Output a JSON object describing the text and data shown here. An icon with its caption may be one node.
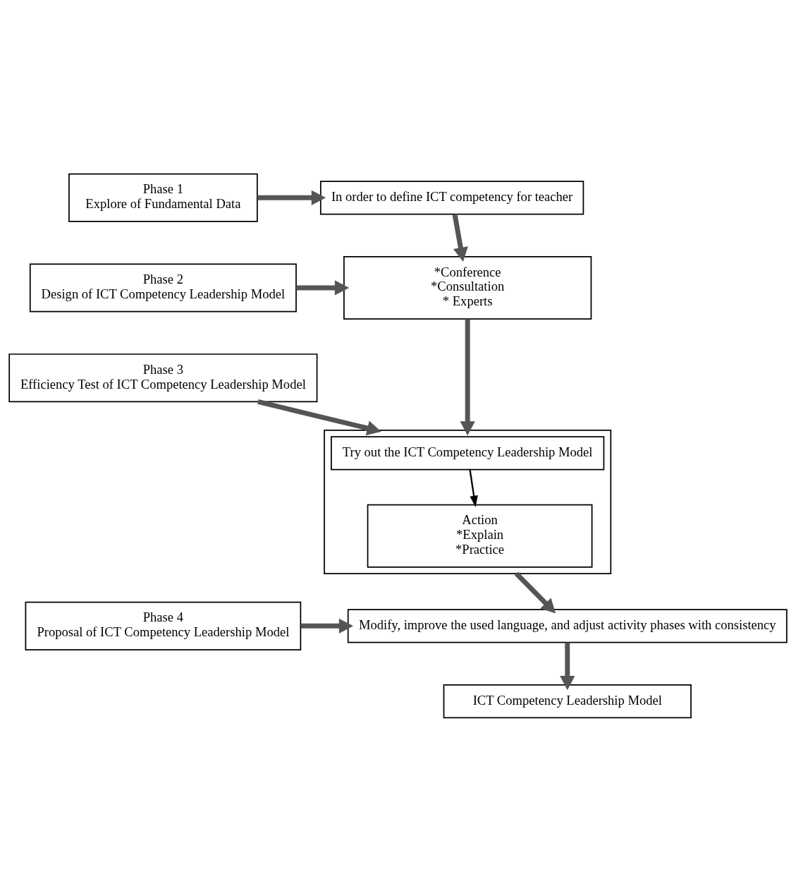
{
  "diagram": {
    "nodes": [
      {
        "text": [
          "Phase 1",
          "Explore of Fundamental Data"
        ]
      },
      {
        "text": [
          "In order to define ICT competency for teacher"
        ]
      },
      {
        "text": [
          "Phase 2",
          "Design of ICT Competency Leadership Model"
        ]
      },
      {
        "text": [
          "*Conference",
          "*Consultation",
          "* Experts"
        ]
      },
      {
        "text": [
          "Phase 3",
          "Efficiency Test of ICT Competency Leadership Model"
        ]
      },
      {
        "text": [],
        "shape": "box"
      },
      {
        "text": [
          "Try out the ICT Competency Leadership Model"
        ],
        "in": 5
      },
      {
        "text": [
          "Action",
          "*Explain",
          "*Practice"
        ],
        "in": 5
      },
      {
        "text": [
          "Phase 4",
          "Proposal of ICT Competency Leadership Model"
        ]
      },
      {
        "text": [
          "Modify, improve the used language, and adjust activity phases with consistency"
        ]
      },
      {
        "text": [
          "ICT Competency Leadership Model"
        ]
      }
    ],
    "edges": [
      {
        "from": 0,
        "to": 1,
        "arrow": "to"
      },
      {
        "from": 1,
        "to": 3,
        "arrow": "to"
      },
      {
        "from": 2,
        "to": 3,
        "arrow": "to"
      },
      {
        "from": 3,
        "to": 5,
        "arrow": "to"
      },
      {
        "from": 4,
        "to": 5,
        "arrow": "to"
      },
      {
        "from": 6,
        "to": 7,
        "arrow": "to"
      },
      {
        "from": 5,
        "to": 9,
        "arrow": "to"
      },
      {
        "from": 8,
        "to": 9,
        "arrow": "to"
      },
      {
        "from": 9,
        "to": 10,
        "arrow": "to"
      }
    ]
  }
}
